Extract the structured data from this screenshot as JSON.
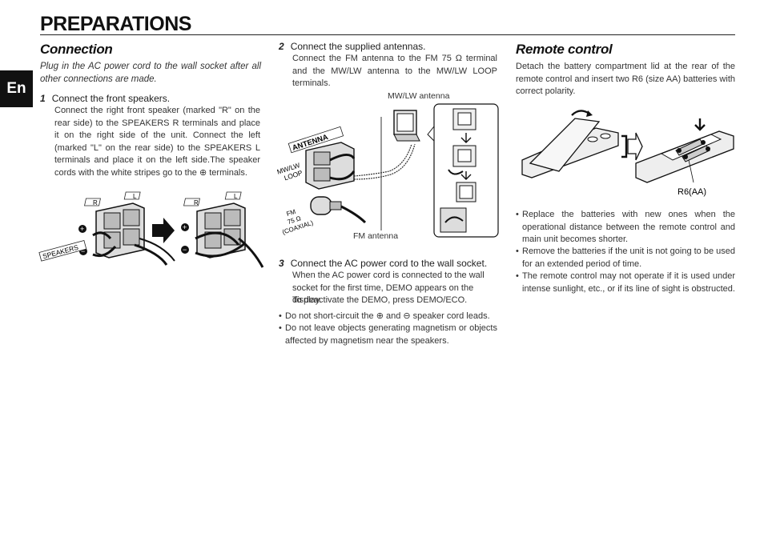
{
  "page": {
    "title": "PREPARATIONS",
    "lang_tab": "En"
  },
  "connection": {
    "heading": "Connection",
    "intro": "Plug in the AC power cord to the wall socket after all other connections are made.",
    "step1": {
      "num": "1",
      "title": "Connect the front speakers.",
      "body": "Connect the right front speaker (marked \"R\" on the rear side) to the SPEAKERS R terminals and place it on the right side of the unit. Connect the left (marked \"L\" on the rear side) to the SPEAKERS L terminals and place it on the left side.The speaker cords with the white stripes go to the ⊕ terminals."
    },
    "fig1": {
      "speakers_label": "SPEAKERS",
      "r": "R",
      "l": "L",
      "plus": "+",
      "minus": "−"
    }
  },
  "antennas": {
    "step2": {
      "num": "2",
      "title": "Connect the supplied antennas.",
      "body": "Connect the FM antenna to the FM 75 Ω terminal and the MW/LW antenna to the MW/LW LOOP terminals."
    },
    "fig2": {
      "mwlw_antenna": "MW/LW antenna",
      "fm_antenna": "FM antenna",
      "antenna_panel": "ANTENNA",
      "mwlw_loop": "MW/LW LOOP",
      "fm_coaxial": "FM 75 Ω (COAXIAL)"
    },
    "step3": {
      "num": "3",
      "title": "Connect the AC power cord to the wall socket.",
      "body1": "When the AC power cord is connected to the wall socket for the first time, DEMO appears on the display.",
      "body2": "To deactivate the DEMO, press DEMO/ECO."
    },
    "bullets": [
      "Do not short-circuit the ⊕ and ⊖ speaker cord leads.",
      "Do not leave objects generating magnetism or objects affected by magnetism near the speakers."
    ]
  },
  "remote": {
    "heading": "Remote control",
    "intro": "Detach the battery compartment lid at the rear of the remote control and insert two R6 (size AA) batteries with correct polarity.",
    "battery_label": "R6(AA)",
    "bullets": [
      "Replace the batteries with new ones when the operational distance between the remote control and main unit becomes shorter.",
      "Remove the batteries if the unit is not going to be used for an extended period of time.",
      "The remote control may not operate if it is used under intense sunlight, etc., or if its line of sight is obstructed."
    ]
  }
}
